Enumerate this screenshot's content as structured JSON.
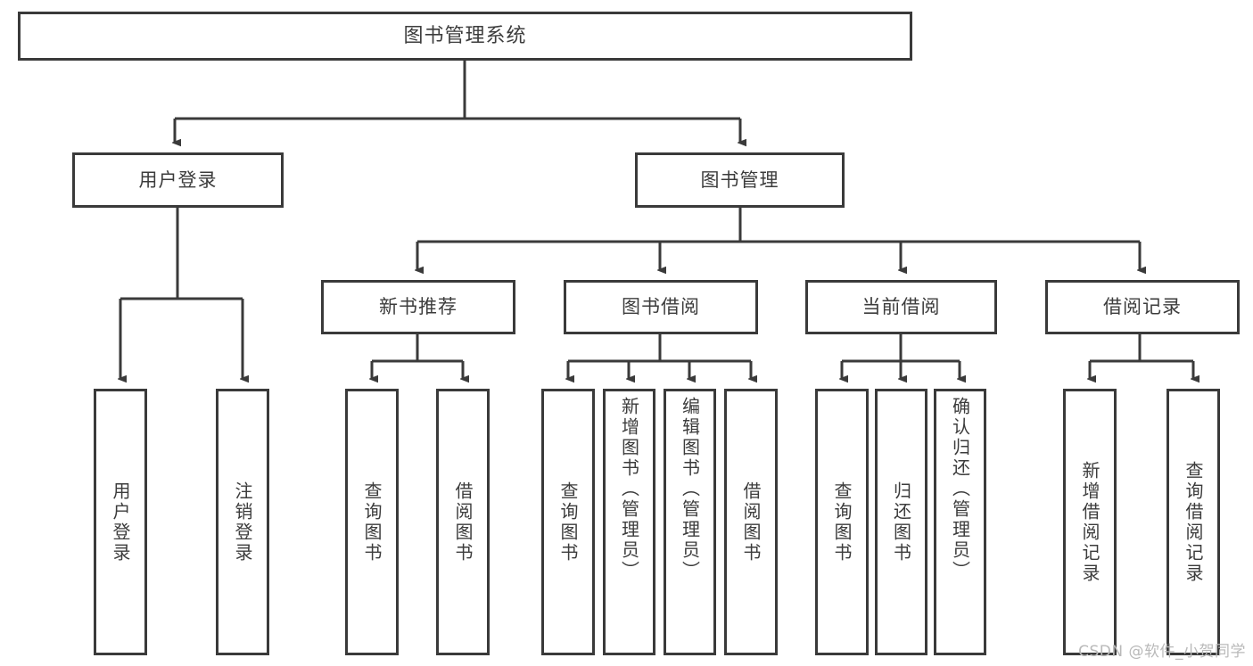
{
  "diagram": {
    "type": "tree-hierarchy",
    "title": "图书管理系统",
    "watermark": "CSDN @软件_小贺同学",
    "colors": {
      "border": "#3a3a3a",
      "text": "#3c3c3c",
      "background": "#ffffff",
      "watermark": "#b9b9b9"
    },
    "root": {
      "label": "图书管理系统"
    },
    "level1": [
      {
        "label": "用户登录"
      },
      {
        "label": "图书管理"
      }
    ],
    "level2": [
      {
        "label": "新书推荐"
      },
      {
        "label": "图书借阅"
      },
      {
        "label": "当前借阅"
      },
      {
        "label": "借阅记录"
      }
    ],
    "leaves": {
      "user_login": [
        {
          "label": "用户登录"
        },
        {
          "label": "注销登录"
        }
      ],
      "new_book_recommend": [
        {
          "label": "查询图书"
        },
        {
          "label": "借阅图书"
        }
      ],
      "book_borrow": [
        {
          "label": "查询图书"
        },
        {
          "label": "新增图书（管理员）"
        },
        {
          "label": "编辑图书（管理员）"
        },
        {
          "label": "借阅图书"
        }
      ],
      "current_borrow": [
        {
          "label": "查询图书"
        },
        {
          "label": "归还图书"
        },
        {
          "label": "确认归还（管理员）"
        }
      ],
      "borrow_record": [
        {
          "label": "新增借阅记录"
        },
        {
          "label": "查询借阅记录"
        }
      ]
    }
  }
}
